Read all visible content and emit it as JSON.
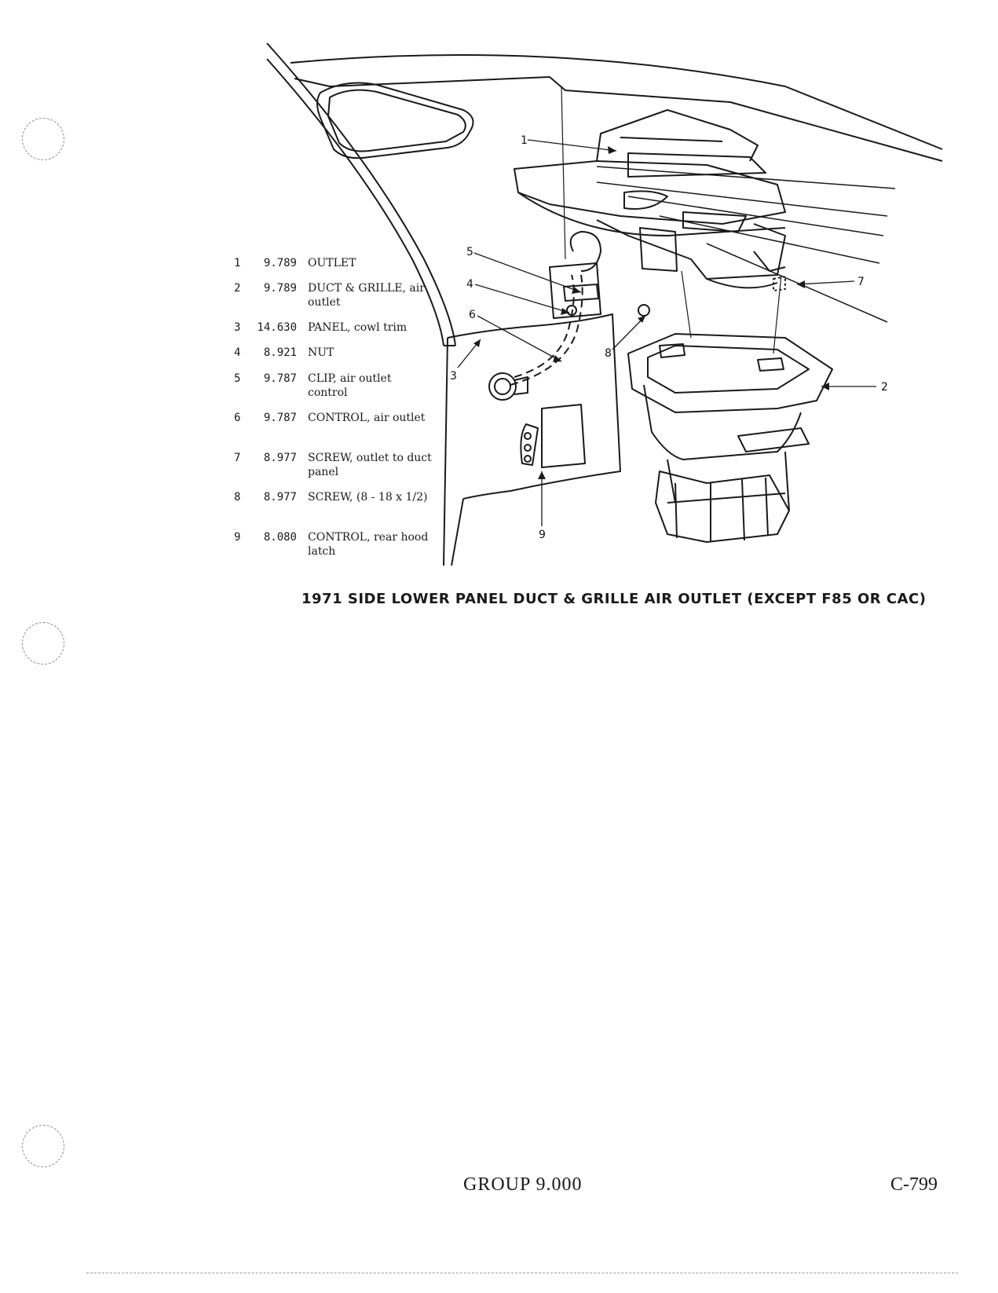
{
  "parts": [
    {
      "num": "1",
      "code": "9.789",
      "desc": "OUTLET"
    },
    {
      "num": "2",
      "code": "9.789",
      "desc": "DUCT & GRILLE, air outlet"
    },
    {
      "num": "3",
      "code": "14.630",
      "desc": "PANEL, cowl trim"
    },
    {
      "num": "4",
      "code": "8.921",
      "desc": "NUT"
    },
    {
      "num": "5",
      "code": "9.787",
      "desc": "CLIP, air outlet control"
    },
    {
      "num": "6",
      "code": "9.787",
      "desc": "CONTROL, air outlet"
    },
    {
      "num": "7",
      "code": "8.977",
      "desc": "SCREW, outlet to duct panel"
    },
    {
      "num": "8",
      "code": "8.977",
      "desc": "SCREW, (8 - 18 x 1/2)"
    },
    {
      "num": "9",
      "code": "8.080",
      "desc": "CONTROL, rear hood latch"
    }
  ],
  "callouts": [
    "1",
    "2",
    "3",
    "4",
    "5",
    "6",
    "7",
    "8",
    "9"
  ],
  "caption": "1971 SIDE LOWER PANEL DUCT & GRILLE AIR OUTLET (EXCEPT F85 OR CAC)",
  "footer": {
    "group": "GROUP 9.000",
    "page": "C-799"
  }
}
